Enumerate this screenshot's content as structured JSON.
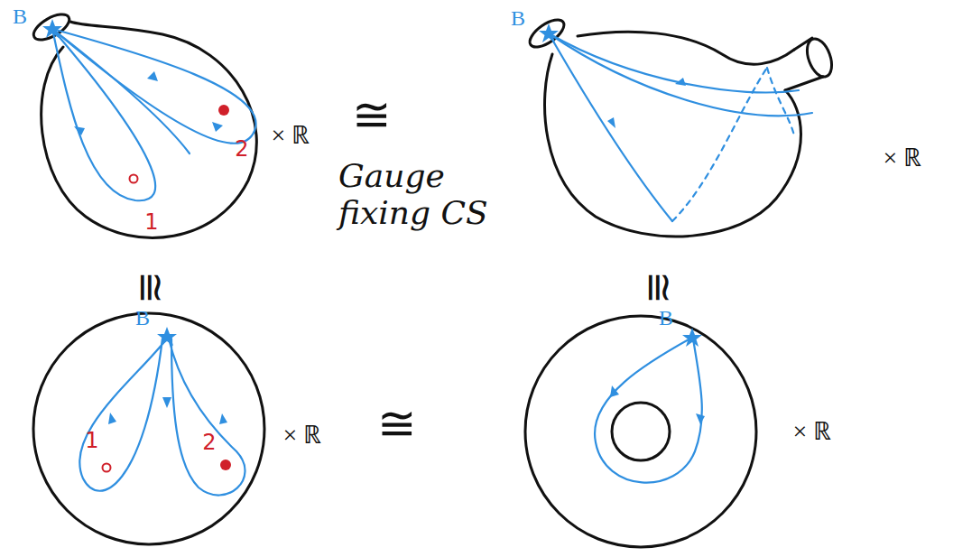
{
  "diagram": {
    "labels": [
      "B",
      "1",
      "2",
      "× ℝ",
      "≅",
      "B",
      "× ℝ",
      "Gauge fixing CS",
      "≅",
      "≅",
      "B",
      "1",
      "2",
      "× ℝ",
      "≅",
      "B",
      "× ℝ"
    ]
  }
}
